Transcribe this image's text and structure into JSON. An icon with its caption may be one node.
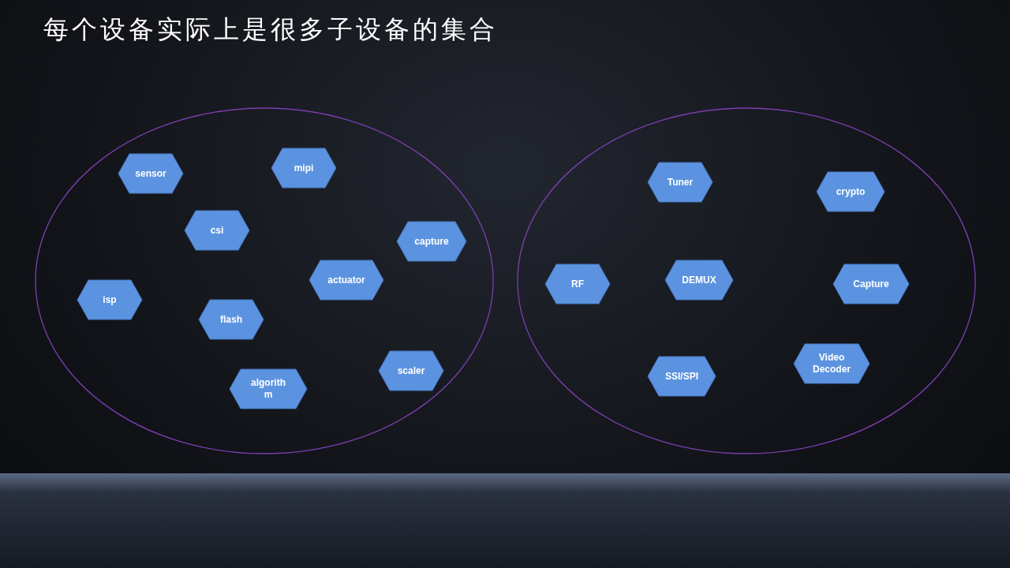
{
  "diagram": {
    "title": "每个设备实际上是很多子设备的集合",
    "nodes": [
      {
        "text": [],
        "shape": "ellipse"
      },
      {
        "text": [
          "sensor"
        ],
        "in": 0
      },
      {
        "text": [
          "mipi"
        ],
        "in": 0
      },
      {
        "text": [
          "csi"
        ],
        "in": 0
      },
      {
        "text": [
          "capture"
        ],
        "in": 0
      },
      {
        "text": [
          "actuator"
        ],
        "in": 0
      },
      {
        "text": [
          "isp"
        ],
        "in": 0
      },
      {
        "text": [
          "flash"
        ],
        "in": 0
      },
      {
        "text": [
          "scaler"
        ],
        "in": 0
      },
      {
        "text": [
          "algorithm"
        ],
        "in": 0
      },
      {
        "text": [],
        "shape": "ellipse"
      },
      {
        "text": [
          "Tuner"
        ],
        "in": 10
      },
      {
        "text": [
          "crypto"
        ],
        "in": 10
      },
      {
        "text": [
          "RF"
        ],
        "in": 10
      },
      {
        "text": [
          "DEMUX"
        ],
        "in": 10
      },
      {
        "text": [
          "Capture"
        ],
        "in": 10
      },
      {
        "text": [
          "Video Decoder"
        ],
        "in": 10
      },
      {
        "text": [
          "SSI/SPI"
        ],
        "in": 10
      }
    ]
  }
}
